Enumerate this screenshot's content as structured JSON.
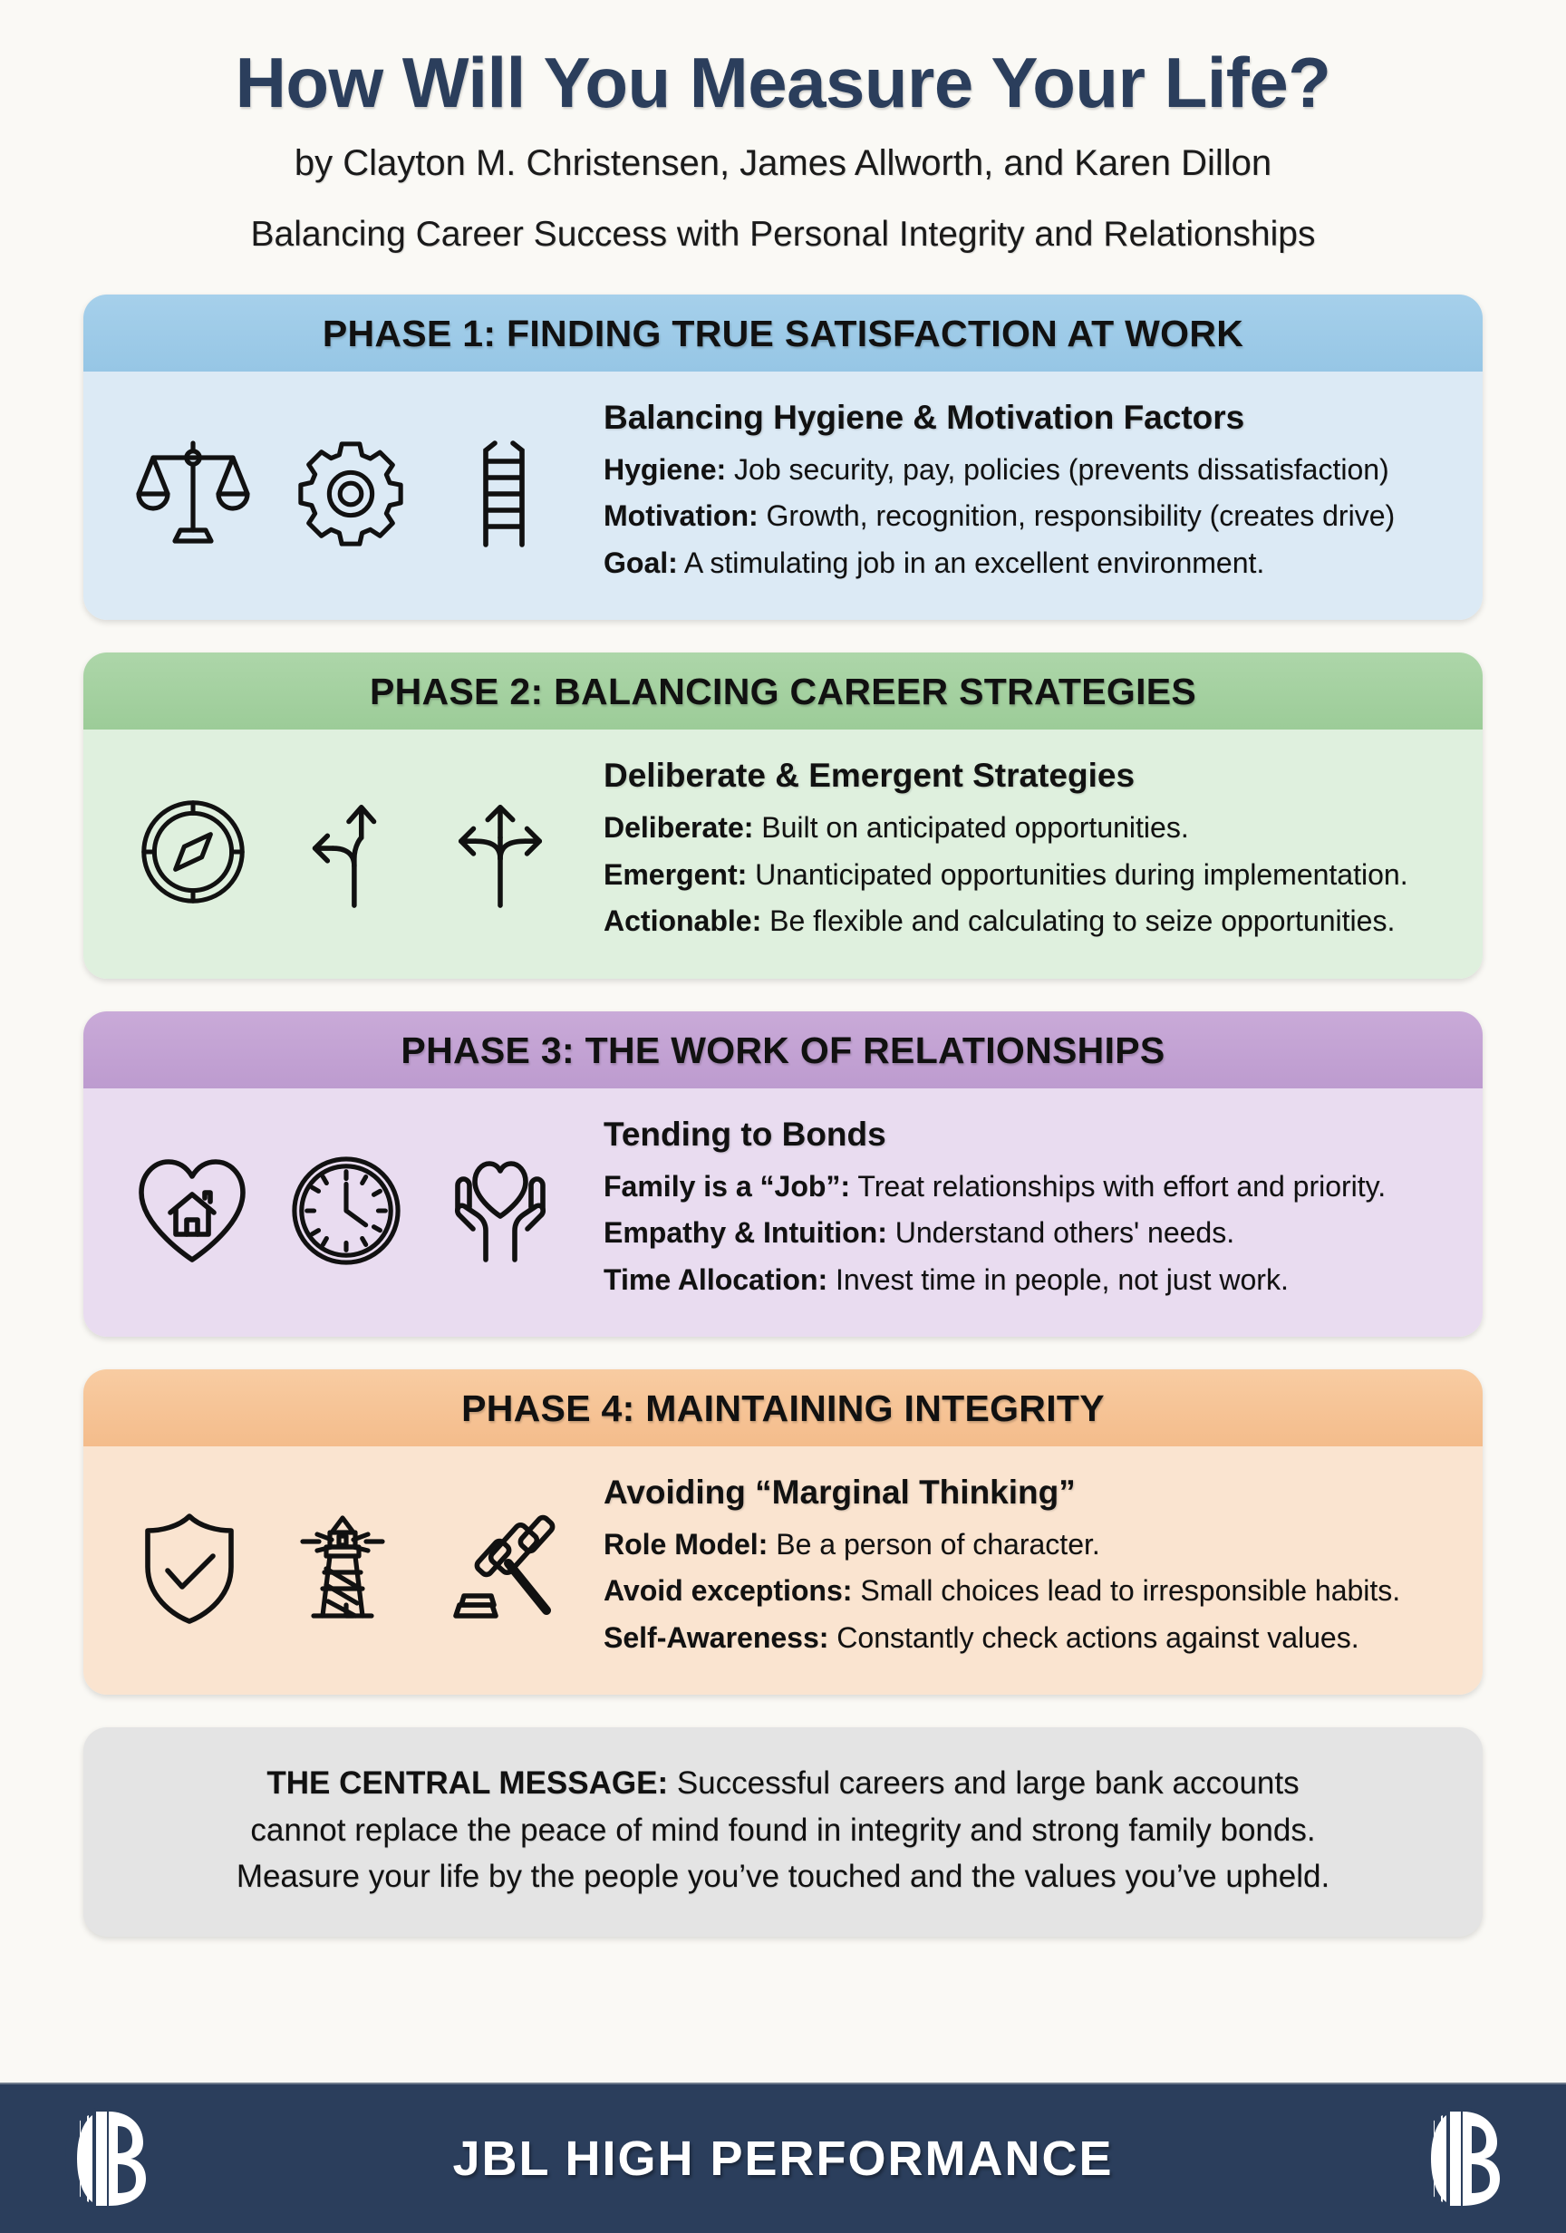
{
  "header": {
    "title": "How Will You Measure Your Life?",
    "authors": "by Clayton M. Christensen, James Allworth, and Karen Dillon",
    "subtitle": "Balancing Career Success with Personal Integrity and Relationships"
  },
  "phases": [
    {
      "heading": "PHASE 1: FINDING TRUE SATISFACTION AT WORK",
      "subheading": "Balancing Hygiene & Motivation Factors",
      "icons": [
        "scales-icon",
        "gear-icon",
        "ladder-icon"
      ],
      "accent": "#96C6E5",
      "body_bg": "#DCEAF5",
      "points": [
        {
          "label": "Hygiene:",
          "text": " Job security, pay, policies (prevents dissatisfaction)"
        },
        {
          "label": "Motivation:",
          "text": " Growth, recognition, responsibility (creates drive)"
        },
        {
          "label": "Goal:",
          "text": " A stimulating job in an excellent environment."
        }
      ]
    },
    {
      "heading": "PHASE 2: BALANCING CAREER STRATEGIES",
      "subheading": "Deliberate & Emergent Strategies",
      "icons": [
        "compass-icon",
        "fork-arrow-icon",
        "trident-arrow-icon"
      ],
      "accent": "#9CCC98",
      "body_bg": "#DFF0DE",
      "points": [
        {
          "label": "Deliberate:",
          "text": " Built on anticipated opportunities."
        },
        {
          "label": "Emergent:",
          "text": " Unanticipated opportunities during implementation."
        },
        {
          "label": "Actionable:",
          "text": " Be flexible and calculating to seize opportunities."
        }
      ]
    },
    {
      "heading": "PHASE 3: THE WORK OF RELATIONSHIPS",
      "subheading": "Tending to Bonds",
      "icons": [
        "heart-house-icon",
        "clock-icon",
        "hands-holding-heart-icon"
      ],
      "accent": "#BD9BCF",
      "body_bg": "#E9DCF0",
      "points": [
        {
          "label": "Family is a “Job”:",
          "text": " Treat relationships with effort and priority."
        },
        {
          "label": "Empathy & Intuition:",
          "text": " Understand others' needs."
        },
        {
          "label": "Time Allocation:",
          "text": " Invest time in people, not just work."
        }
      ]
    },
    {
      "heading": "PHASE 4: MAINTAINING INTEGRITY",
      "subheading": "Avoiding “Marginal Thinking”",
      "icons": [
        "shield-check-icon",
        "lighthouse-icon",
        "gavel-icon"
      ],
      "accent": "#F4BC8B",
      "body_bg": "#FAE4D0",
      "points": [
        {
          "label": "Role Model:",
          "text": " Be a person of character."
        },
        {
          "label": "Avoid exceptions:",
          "text": " Small choices lead to irresponsible habits."
        },
        {
          "label": "Self-Awareness:",
          "text": " Constantly check actions against values."
        }
      ]
    }
  ],
  "central_message": {
    "label": "THE CENTRAL MESSAGE:",
    "line1": " Successful careers and large bank accounts",
    "line2": "cannot replace the peace of mind found in integrity and strong family bonds.",
    "line3": "Measure your life by the people you’ve touched and the values you’ve upheld."
  },
  "footer": {
    "brand": "JBL HIGH PERFORMANCE",
    "logo_name": "jbl-monogram-logo",
    "bg": "#2B3E5C"
  }
}
